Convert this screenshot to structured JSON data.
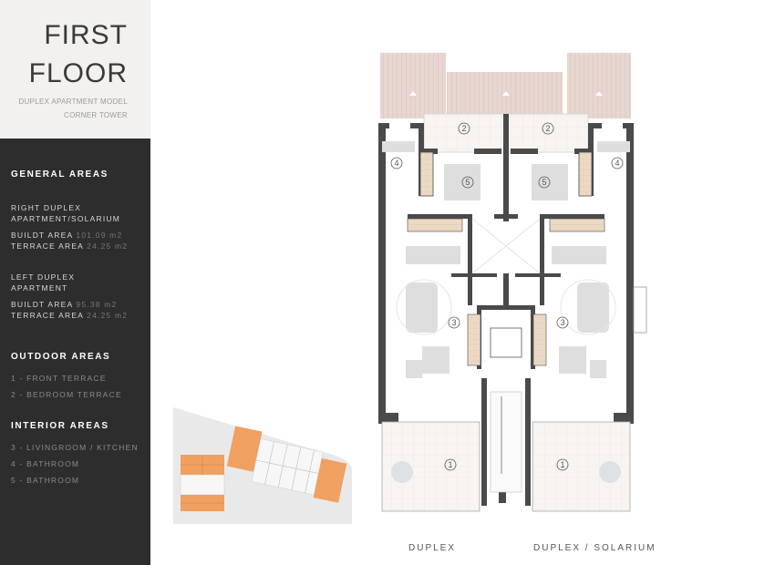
{
  "header": {
    "title_line1": "FIRST",
    "title_line2": "FLOOR",
    "subtitle_line1": "DUPLEX APARTMENT MODEL",
    "subtitle_line2": "CORNER TOWER"
  },
  "general_areas": {
    "heading": "GENERAL AREAS",
    "right": {
      "name_line1": "RIGHT DUPLEX",
      "name_line2": "APARTMENT/SOLARIUM",
      "built_label": "BUILDT AREA",
      "built_value": "101.09 m2",
      "terrace_label": "TERRACE AREA",
      "terrace_value": "24.25 m2"
    },
    "left": {
      "name_line1": "LEFT DUPLEX",
      "name_line2": "APARTMENT",
      "built_label": "BUILDT AREA",
      "built_value": "95.38 m2",
      "terrace_label": "TERRACE AREA",
      "terrace_value": "24.25 m2"
    }
  },
  "outdoor_areas": {
    "heading": "OUTDOOR AREAS",
    "items": [
      "1 - FRONT TERRACE",
      "2 - BEDROOM TERRACE"
    ]
  },
  "interior_areas": {
    "heading": "INTERIOR AREAS",
    "items": [
      "3 - LIVINGROOM / KITCHEN",
      "4 - BATHROOM",
      "5 - BATHROOM"
    ]
  },
  "plan": {
    "labels": {
      "one": "1",
      "two": "2",
      "three": "3",
      "four": "4",
      "five": "5"
    },
    "captions": {
      "left": "DUPLEX",
      "right": "DUPLEX / SOLARIUM"
    }
  },
  "colors": {
    "panel_bg": "#2d2d2d",
    "title_bg": "#f2f1ef",
    "wall": "#4a4a4a",
    "roof": "#e8d6d0",
    "wood": "#ecd9c4",
    "highlight_orange": "#f0a060"
  }
}
